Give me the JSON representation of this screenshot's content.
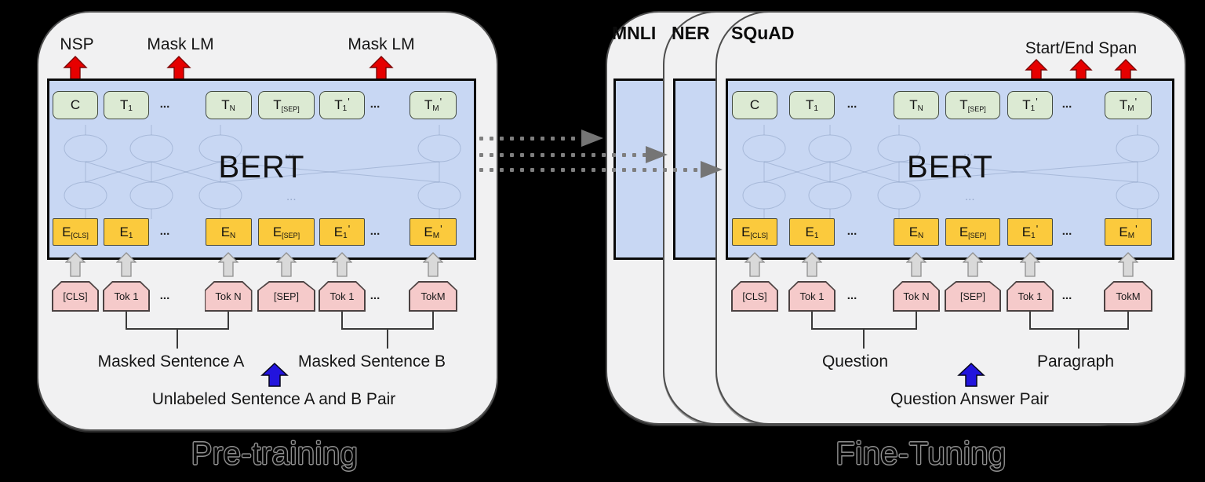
{
  "figure": {
    "bert_label": "BERT"
  },
  "colors": {
    "background": "#000000",
    "card": "#f1f1f2",
    "bert_box": "#c8d7f3",
    "token_green": "#dcead3",
    "token_yellow": "#fbca3d",
    "token_pink": "#f5caca",
    "red_arrow": "#e60000",
    "blue_arrow": "#2214dd",
    "gray_arrow": "#d9d9d9"
  },
  "pretraining": {
    "title": "Pre-training",
    "top_labels": [
      "NSP",
      "Mask LM",
      "Mask LM"
    ],
    "bert_label": "BERT",
    "output_tokens": [
      {
        "main": "C"
      },
      {
        "main": "T",
        "sub": "1"
      },
      {
        "dots": "..."
      },
      {
        "main": "T",
        "sub": "N"
      },
      {
        "main": "T",
        "sub": "[SEP]"
      },
      {
        "main": "T",
        "sub": "1",
        "prime": "'"
      },
      {
        "dots": "..."
      },
      {
        "main": "T",
        "sub": "M",
        "prime": "'"
      }
    ],
    "embedding_tokens": [
      {
        "main": "E",
        "sub": "[CLS]"
      },
      {
        "main": "E",
        "sub": "1"
      },
      {
        "dots": "..."
      },
      {
        "main": "E",
        "sub": "N"
      },
      {
        "main": "E",
        "sub": "[SEP]"
      },
      {
        "main": "E",
        "sub": "1",
        "prime": "'"
      },
      {
        "dots": "..."
      },
      {
        "main": "E",
        "sub": "M",
        "prime": "'"
      }
    ],
    "input_tokens": [
      {
        "text": "[CLS]"
      },
      {
        "text": "Tok 1"
      },
      {
        "dots": "..."
      },
      {
        "text": "Tok N"
      },
      {
        "text": "[SEP]"
      },
      {
        "text": "Tok 1"
      },
      {
        "dots": "..."
      },
      {
        "text": "TokM"
      }
    ],
    "sentence_a_label": "Masked Sentence A",
    "sentence_b_label": "Masked Sentence B",
    "input_pair_label": "Unlabeled Sentence A and B Pair"
  },
  "finetuning": {
    "title": "Fine-Tuning",
    "card_labels": [
      "MNLI",
      "NER",
      "SQuAD"
    ],
    "span_label": "Start/End Span",
    "bert_label": "BERT",
    "output_tokens": [
      {
        "main": "C"
      },
      {
        "main": "T",
        "sub": "1"
      },
      {
        "dots": "..."
      },
      {
        "main": "T",
        "sub": "N"
      },
      {
        "main": "T",
        "sub": "[SEP]"
      },
      {
        "main": "T",
        "sub": "1",
        "prime": "'"
      },
      {
        "dots": "..."
      },
      {
        "main": "T",
        "sub": "M",
        "prime": "'"
      }
    ],
    "embedding_tokens": [
      {
        "main": "E",
        "sub": "[CLS]"
      },
      {
        "main": "E",
        "sub": "1"
      },
      {
        "dots": "..."
      },
      {
        "main": "E",
        "sub": "N"
      },
      {
        "main": "E",
        "sub": "[SEP]"
      },
      {
        "main": "E",
        "sub": "1",
        "prime": "'"
      },
      {
        "dots": "..."
      },
      {
        "main": "E",
        "sub": "M",
        "prime": "'"
      }
    ],
    "input_tokens": [
      {
        "text": "[CLS]"
      },
      {
        "text": "Tok 1"
      },
      {
        "dots": "..."
      },
      {
        "text": "Tok N"
      },
      {
        "text": "[SEP]"
      },
      {
        "text": "Tok 1"
      },
      {
        "dots": "..."
      },
      {
        "text": "TokM"
      }
    ],
    "sentence_a_label": "Question",
    "sentence_b_label": "Paragraph",
    "input_pair_label": "Question Answer Pair"
  }
}
